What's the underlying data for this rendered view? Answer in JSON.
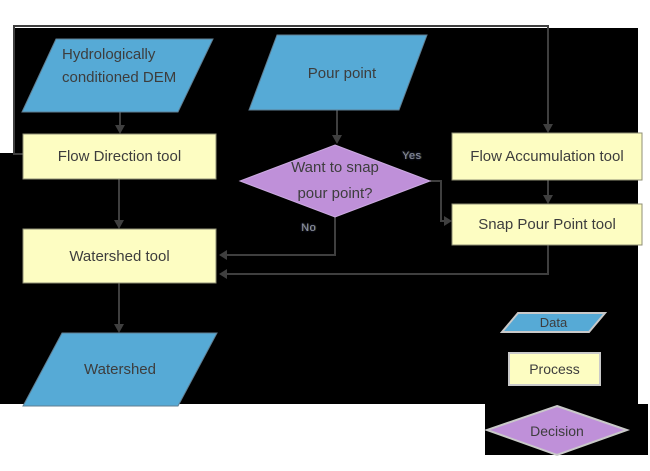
{
  "colors": {
    "page": "#ffffff",
    "bg": "#000000",
    "blue": "#56aad6",
    "yellow": "#fdfdc2",
    "purple": "#bf90d9",
    "line": "#3f3f3f",
    "text": "#3d3d3d",
    "branch_label": "#868da2",
    "legend_border": "#c9c9c9"
  },
  "nodes": {
    "dem": {
      "label": "Hydrologically conditioned DEM"
    },
    "pour_point": {
      "label": "Pour point"
    },
    "flow_direction": {
      "label": "Flow Direction tool"
    },
    "flow_accumulation": {
      "label": "Flow Accumulation tool"
    },
    "snap_pour_point": {
      "label": "Snap Pour Point tool"
    },
    "watershed_tool": {
      "label": "Watershed tool"
    },
    "decision": {
      "label": "Want to snap pour point?"
    },
    "watershed": {
      "label": "Watershed"
    }
  },
  "branch_labels": {
    "yes": "Yes",
    "no": "No"
  },
  "legend": {
    "data_label": "Data",
    "process_label": "Process",
    "decision_label": "Decision"
  },
  "edges": [
    {
      "from": "Hydrologically conditioned DEM",
      "to": "Flow Direction tool"
    },
    {
      "from": "Flow Direction tool",
      "to": "Flow Accumulation tool"
    },
    {
      "from": "Flow Direction tool",
      "to": "Watershed tool"
    },
    {
      "from": "Pour point",
      "to": "Want to snap pour point?"
    },
    {
      "from": "Want to snap pour point?",
      "to": "Snap Pour Point tool",
      "label": "Yes"
    },
    {
      "from": "Want to snap pour point?",
      "to": "Watershed tool",
      "label": "No"
    },
    {
      "from": "Flow Accumulation tool",
      "to": "Snap Pour Point tool"
    },
    {
      "from": "Snap Pour Point tool",
      "to": "Watershed tool"
    },
    {
      "from": "Watershed tool",
      "to": "Watershed"
    }
  ]
}
